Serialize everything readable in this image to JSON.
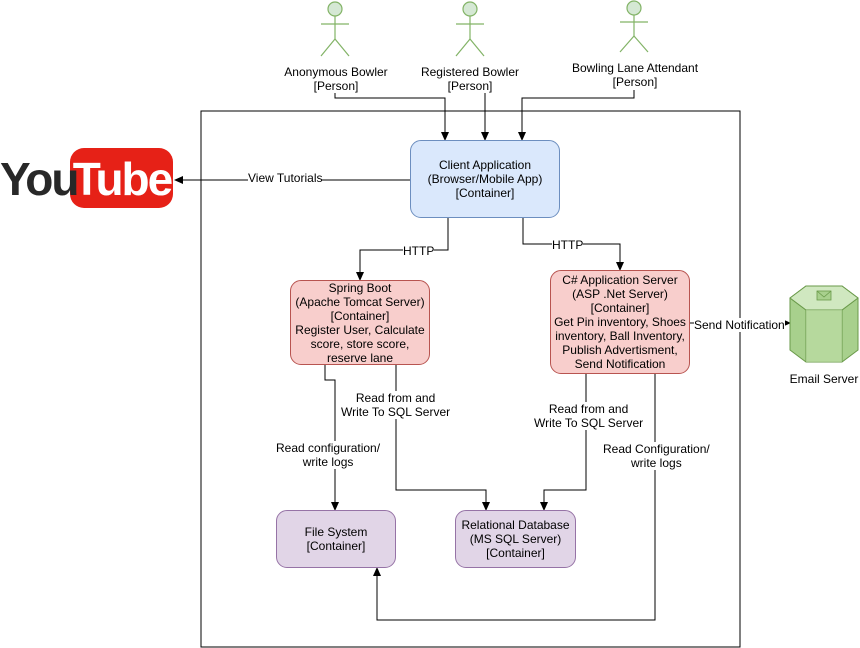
{
  "persons": [
    {
      "name": "Anonymous Bowler",
      "type": "[Person]"
    },
    {
      "name": "Registered Bowler",
      "type": "[Person]"
    },
    {
      "name": "Bowling Lane Attendant",
      "type": "[Person]"
    }
  ],
  "containers": {
    "client": {
      "lines": [
        "Client Application",
        "(Browser/Mobile App)",
        "[Container]"
      ]
    },
    "spring": {
      "lines": [
        "Spring Boot",
        "(Apache Tomcat Server)",
        "[Container]",
        "Register User, Calculate",
        "score, store score,",
        "reserve lane"
      ]
    },
    "csharp": {
      "lines": [
        "C# Application Server",
        "(ASP .Net Server)",
        "[Container]",
        "Get Pin inventory, Shoes",
        "inventory, Ball Inventory,",
        "Publish Advertisment,",
        "Send Notification"
      ]
    },
    "filesystem": {
      "lines": [
        "File System",
        "[Container]"
      ]
    },
    "database": {
      "lines": [
        "Relational Database",
        "(MS SQL Server)",
        "[Container]"
      ]
    }
  },
  "external": {
    "youtube": {
      "you": "You",
      "tube": "Tube"
    },
    "email": {
      "label": "Email Server"
    }
  },
  "edges": {
    "view_tutorials": "View Tutorials",
    "http_left": "HTTP",
    "http_right": "HTTP",
    "send_notification": "Send Notification",
    "spring_sql": [
      "Read from and",
      "Write To SQL Server"
    ],
    "csharp_sql": [
      "Read from and",
      "Write To SQL Server"
    ],
    "spring_fs": [
      "Read configuration/",
      "write logs"
    ],
    "csharp_fs": [
      "Read Configuration/",
      "write logs"
    ]
  },
  "colors": {
    "blue_fill": "#dae8fc",
    "blue_stroke": "#6c8ebf",
    "red_fill": "#f8cecc",
    "red_stroke": "#b85450",
    "purple_fill": "#e1d5e7",
    "purple_stroke": "#9673a6",
    "person_fill": "#d5e8d4",
    "person_stroke": "#82b366",
    "youtube_red": "#e62117"
  }
}
